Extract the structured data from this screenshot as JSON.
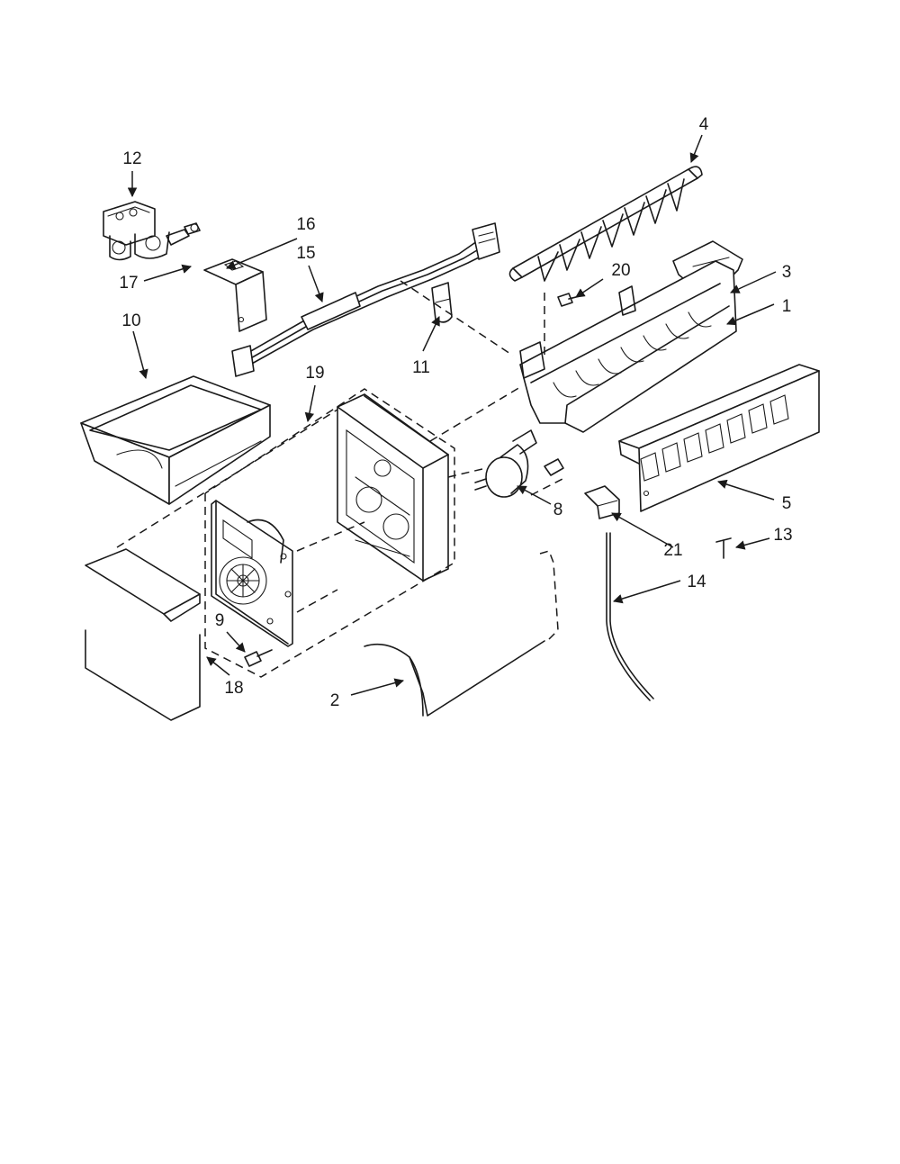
{
  "diagram": {
    "callouts": [
      "1",
      "2",
      "3",
      "4",
      "5",
      "8",
      "9",
      "10",
      "11",
      "12",
      "13",
      "14",
      "15",
      "16",
      "17",
      "18",
      "19",
      "20",
      "21"
    ]
  }
}
